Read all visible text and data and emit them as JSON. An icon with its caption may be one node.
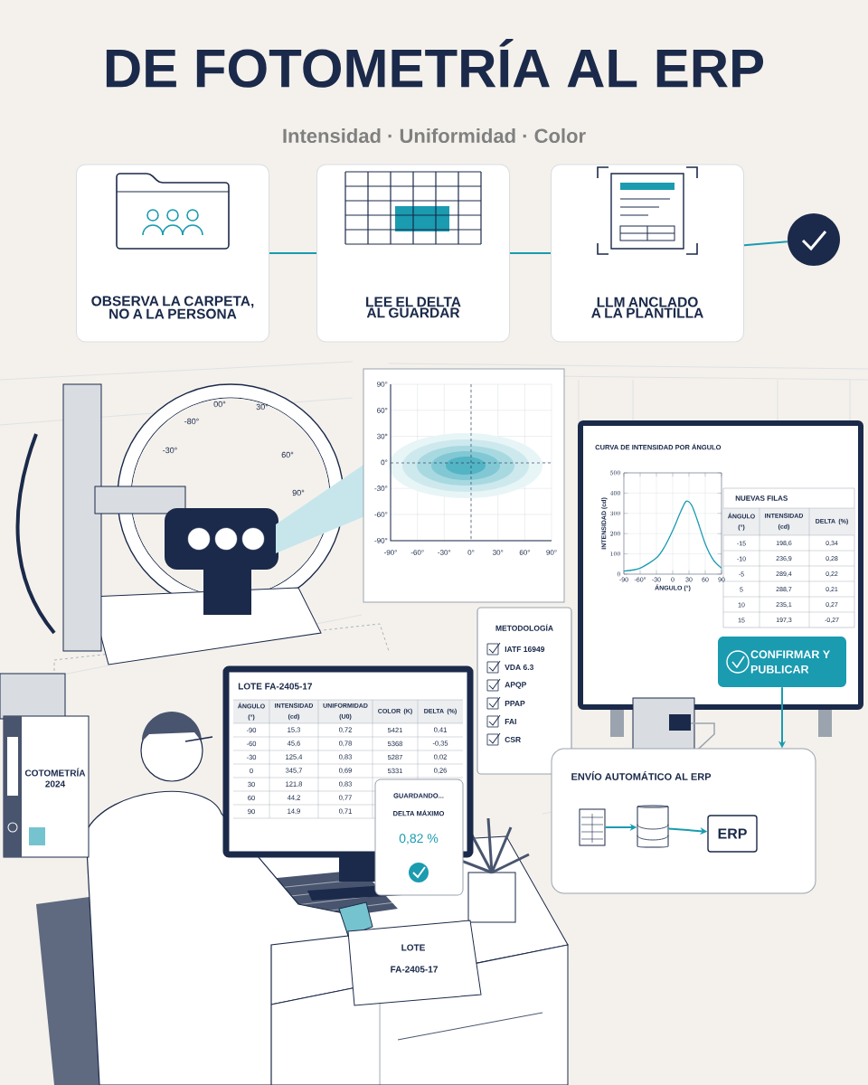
{
  "diagram": {
    "title": "DE FOTOMETRÍA AL ERP",
    "nodes": [
      {
        "text": [
          "OBSERVA LA CARPETA, NO A LA PERSONA"
        ]
      },
      {
        "text": [
          "LEE EL DELTA AL GUARDAR"
        ]
      },
      {
        "text": [
          "LLM ANCLADO A LA PLANTILLA"
        ]
      },
      {
        "text": [],
        "shape": "circle"
      },
      {
        "text": [
          "CONFIRMAR Y PUBLICAR"
        ]
      },
      {
        "text": [
          "ENVÍO AUTOMÁTICO AL ERP"
        ]
      },
      {
        "text": [],
        "shape": "picture",
        "in": 5
      },
      {
        "text": [],
        "shape": "cylinder",
        "in": 5
      },
      {
        "text": [
          "ERP"
        ],
        "in": 5
      }
    ],
    "edges": [
      {
        "from": 0,
        "to": 1,
        "arrow": "none"
      },
      {
        "from": 1,
        "to": 2,
        "arrow": "none"
      },
      {
        "from": 2,
        "to": 3,
        "arrow": "none"
      },
      {
        "from": 4,
        "to": 5,
        "arrow": "to"
      },
      {
        "from": 6,
        "to": 7,
        "arrow": "to"
      },
      {
        "from": 7,
        "to": 8,
        "arrow": "to"
      }
    ],
    "labels": [
      "Intensidad · Uniformidad · Color",
      "00°",
      "30°",
      "-80°",
      "60°",
      "-30°",
      "90°",
      "90°",
      "60°",
      "30°",
      "0°",
      "-30°",
      "-60°",
      "-90°",
      "-90°",
      "-60°",
      "-30°",
      "0°",
      "30°",
      "60°",
      "90°",
      "NUEVAS FILAS",
      "ÁNGULO (°)",
      "INTENSIDAD (cd)",
      "DELTA (%)",
      "-15",
      "198,6",
      "0,34",
      "-10",
      "236,9",
      "0,28",
      "-5",
      "289,4",
      "0,22",
      "5",
      "288,7",
      "0,21",
      "10",
      "235,1",
      "0,27",
      "15",
      "197,3",
      "-0,27",
      "LOTE FA-2405-17",
      "ÁNGULO (°)",
      "INTENSIDAD (cd)",
      "UNIFORMIDAD (U0)",
      "COLOR (K)",
      "DELTA (%)",
      "-90",
      "15,3",
      "0,72",
      "5421",
      "0,41",
      "-60",
      "45,6",
      "0,78",
      "5368",
      "-0,35",
      "-30",
      "125,4",
      "0,83",
      "5287",
      "0,02",
      "0",
      "345,7",
      "0,69",
      "5331",
      "0,26",
      "30",
      "121,8",
      "0,83",
      "60",
      "44,2",
      "0,77",
      "90",
      "14,9",
      "0,71",
      "GUARDANDO...",
      "DELTA MÁXIMO",
      "0,82 %",
      "METODOLOGÍA",
      "IATF 16949",
      "VDA 6.3",
      "APQP",
      "PPAP",
      "FAI",
      "CSR",
      "COTOMETRÍA 2024",
      "LOTE",
      "FA-2405-17"
    ],
    "chart_data": {
      "type": "line",
      "title": "CURVA DE INTENSIDAD POR ÁNGULO",
      "xlabel": "ÁNGULO (°)",
      "ylabel": "INTENSIDAD (cd)",
      "x": [
        -90,
        -60,
        -30,
        -15,
        0,
        15,
        25,
        35,
        45,
        60,
        75,
        90
      ],
      "series": [
        {
          "color": "#1a9bb0",
          "values": [
            15,
            30,
            80,
            135,
            215,
            310,
            360,
            340,
            270,
            150,
            70,
            30
          ]
        }
      ],
      "xlim": [
        -90,
        90
      ],
      "ylim": [
        0,
        500
      ],
      "xticks": [
        -90,
        {
          "value": -60,
          "label": "-60°"
        },
        -30,
        0,
        30,
        60,
        90
      ],
      "yticks": [
        0,
        100,
        200,
        300,
        400,
        500
      ],
      "grid": true
    }
  }
}
